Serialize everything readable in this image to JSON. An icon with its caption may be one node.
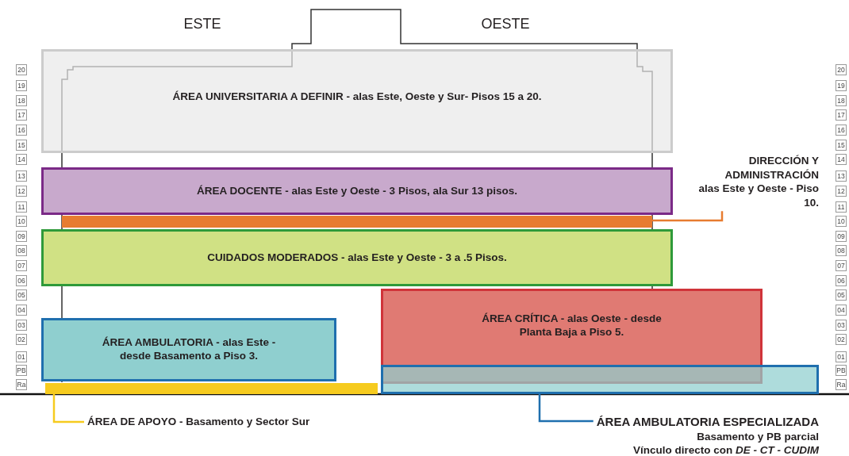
{
  "diagram": {
    "nodes": [
      {
        "text": [
          "ÁREA UNIVERSITARIA A DEFINIR - alas Este, Oeste y Sur- Pisos 15 a 20."
        ]
      },
      {
        "text": [
          "ÁREA DOCENTE - alas Este y Oeste - 3 Pisos, ala Sur 13 pisos."
        ]
      },
      {
        "text": [],
        "shape": "bar"
      },
      {
        "text": [
          "CUIDADOS MODERADOS - alas Este y Oeste - 3 a .5 Pisos."
        ]
      },
      {
        "text": [
          "ÁREA CRÍTICA - alas  Oeste - desde Planta Baja a Piso 5."
        ]
      },
      {
        "text": [
          "ÁREA AMBULATORIA - alas  Este - desde Basamento a Piso 3."
        ]
      },
      {
        "text": [],
        "shape": "box"
      },
      {
        "text": [],
        "shape": "bar"
      },
      {
        "text": [
          "DIRECCIÓN Y ADMINISTRACIÓN",
          "alas Este y Oeste - Piso 10."
        ]
      },
      {
        "text": [
          "ÁREA DE APOYO - Basamento y Sector Sur"
        ]
      },
      {
        "text": [
          "ÁREA AMBULATORIA ESPECIALIZADA",
          "Basamento y PB parcial",
          "Vínculo directo con *DE - CT - CUDIM*"
        ]
      }
    ],
    "edges": [
      {
        "from": 8,
        "to": 2,
        "arrow": "none",
        "color": "#e77c30"
      },
      {
        "from": 9,
        "to": 7,
        "arrow": "none",
        "color": "#f6cb1f"
      },
      {
        "from": 10,
        "to": 6,
        "arrow": "none",
        "color": "#1f6fae"
      }
    ],
    "labels": [
      "ESTE",
      "OESTE",
      "20",
      "20",
      "19",
      "19",
      "18",
      "18",
      "17",
      "17",
      "16",
      "16",
      "15",
      "15",
      "14",
      "14",
      "13",
      "13",
      "12",
      "12",
      "11",
      "11",
      "10",
      "10",
      "09",
      "09",
      "08",
      "08",
      "07",
      "07",
      "06",
      "06",
      "05",
      "05",
      "04",
      "04",
      "03",
      "03",
      "02",
      "02",
      "01",
      "01",
      "PB",
      "PB",
      "Ra",
      "Ra"
    ]
  }
}
